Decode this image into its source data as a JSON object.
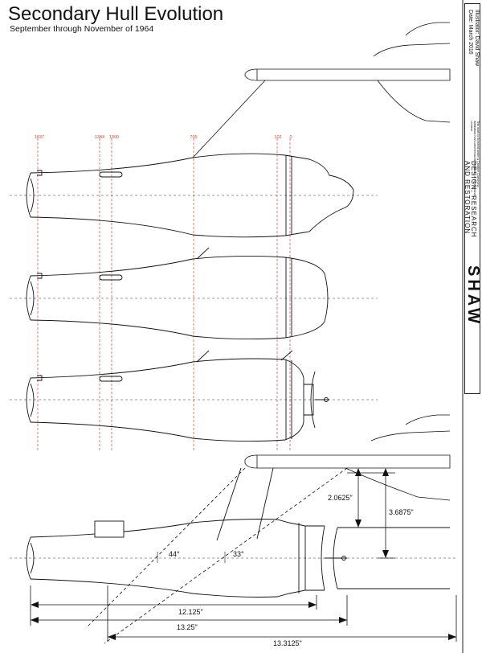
{
  "title": "Secondary Hull Evolution",
  "subtitle": "September through November of 1964",
  "credits": {
    "illustrator": "Illustrator: David Shaw",
    "date": "Date: March 2016",
    "license": "This work is licensed under a Creative Commons Attribution-NonCommercial-ShareAlike 4.0 International License"
  },
  "logo": {
    "wordmark": "SHAW",
    "line1": "DESIGN, RESEARCH",
    "line2": "AND RESTORATION"
  },
  "stations": [
    "1837",
    "1384",
    "1300",
    "705",
    "102",
    "0"
  ],
  "angles": [
    "44°",
    "33°"
  ],
  "dimensions": {
    "vertical_small": "2.0625\"",
    "vertical_large": "3.6875\"",
    "length_a": "12.125\"",
    "length_b": "13.25\"",
    "length_c": "13.3125\""
  },
  "colors": {
    "station_line": "#d9442b",
    "ink": "#111111",
    "centerline": "#333333"
  }
}
